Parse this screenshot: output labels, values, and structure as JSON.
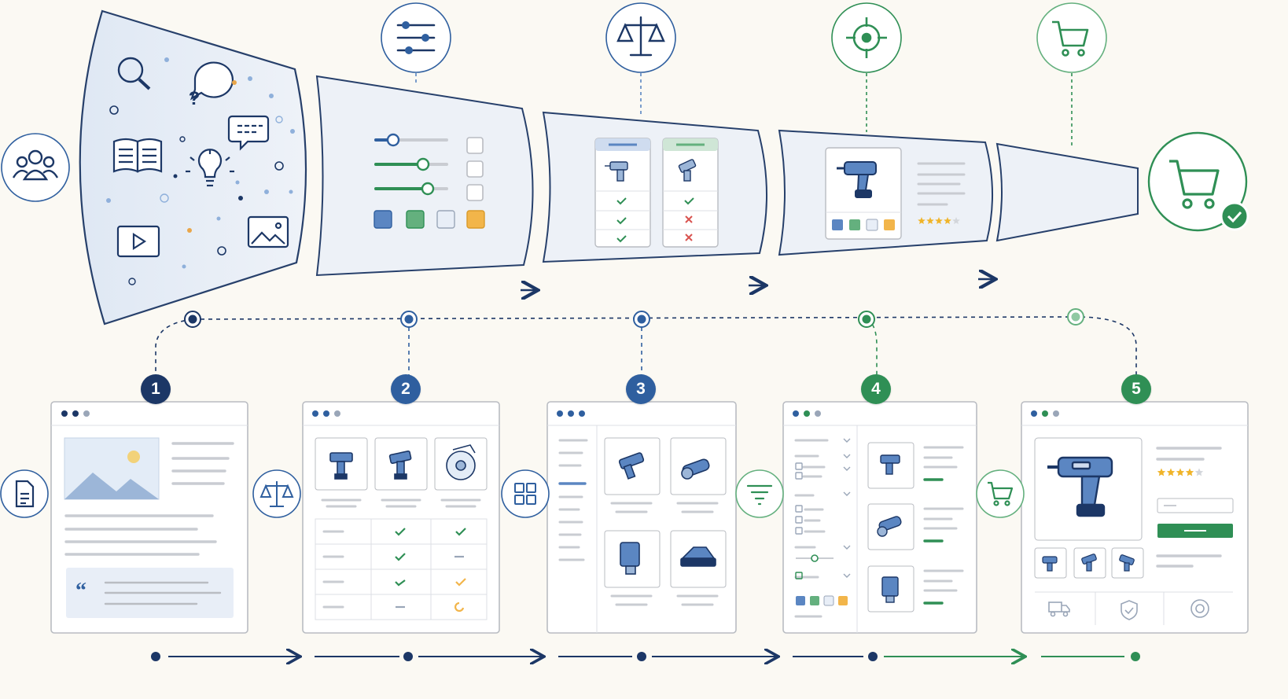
{
  "colors": {
    "navy": "#1c3766",
    "blue": "#2f5f9f",
    "blue_light": "#5b86c2",
    "green": "#2f8f55",
    "green_light": "#64b07e",
    "funnel_fill": "#e8eef7",
    "funnel_stroke": "#27406b",
    "card_stroke": "#b9bcc2",
    "line_gray": "#c9ccd2",
    "star": "#f0b429",
    "orange": "#f2b54a",
    "red": "#d9534f"
  },
  "funnel": {
    "left_icon": "users-group-icon",
    "stages": [
      {
        "name": "awareness",
        "icon": "research-icons"
      },
      {
        "name": "filtering",
        "icon": "sliders-icon",
        "accent": "blue"
      },
      {
        "name": "comparison",
        "icon": "scales-icon",
        "accent": "blue"
      },
      {
        "name": "targeting",
        "icon": "target-icon",
        "accent": "green"
      },
      {
        "name": "purchase",
        "icon": "cart-icon",
        "accent": "green"
      }
    ],
    "result_icon": "cart-check-icon"
  },
  "steps": [
    {
      "number": "1",
      "color": "navy",
      "side_icon": "document-icon",
      "page": "article-page"
    },
    {
      "number": "2",
      "color": "blue",
      "side_icon": "scales-icon",
      "page": "comparison-table-page"
    },
    {
      "number": "3",
      "color": "blue",
      "side_icon": "grid-icon",
      "page": "category-grid-page"
    },
    {
      "number": "4",
      "color": "green",
      "side_icon": "filter-icon",
      "page": "filtered-listing-page"
    },
    {
      "number": "5",
      "color": "green",
      "side_icon": "cart-icon",
      "page": "product-detail-page"
    }
  ],
  "rating": {
    "filled": 4,
    "total": 5
  }
}
